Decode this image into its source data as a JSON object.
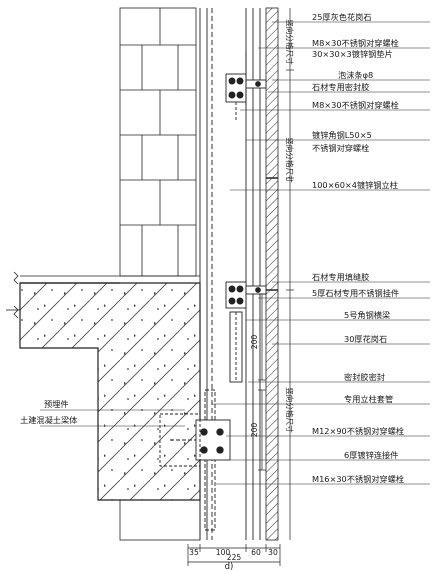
{
  "callouts_right": [
    "25厚灰色花岗石",
    "M8×30不锈钢对穿螺栓",
    "30×30×3镀锌钢垫片",
    "泡沫条φ8",
    "石材专用密封胶",
    "M8×30不锈钢对穿螺栓",
    "镀锌角钢L50×5",
    "不锈钢对穿螺栓",
    "100×60×4镀锌钢立柱",
    "石材专用填缝胶",
    "5厚石材专用不锈钢挂件",
    "5号角钢横梁",
    "30厚花岗石",
    "密封胶密封",
    "专用立柱套管",
    "M12×90不锈钢对穿螺栓",
    "6厚镀锌连接件",
    "M16×30不锈钢对穿螺栓"
  ],
  "callouts_left": [
    "预埋件",
    "土建混凝土梁体"
  ],
  "vertical_labels": [
    "竖向分格尺寸",
    "竖向分格尺寸",
    "竖向分格尺寸"
  ],
  "dimensions": {
    "bottom": [
      "35",
      "100",
      "60",
      "30"
    ],
    "total": "225",
    "side": [
      "200",
      "200"
    ]
  },
  "figure_label": "d)",
  "colors": {
    "line": "#222222",
    "paper": "#ffffff"
  }
}
